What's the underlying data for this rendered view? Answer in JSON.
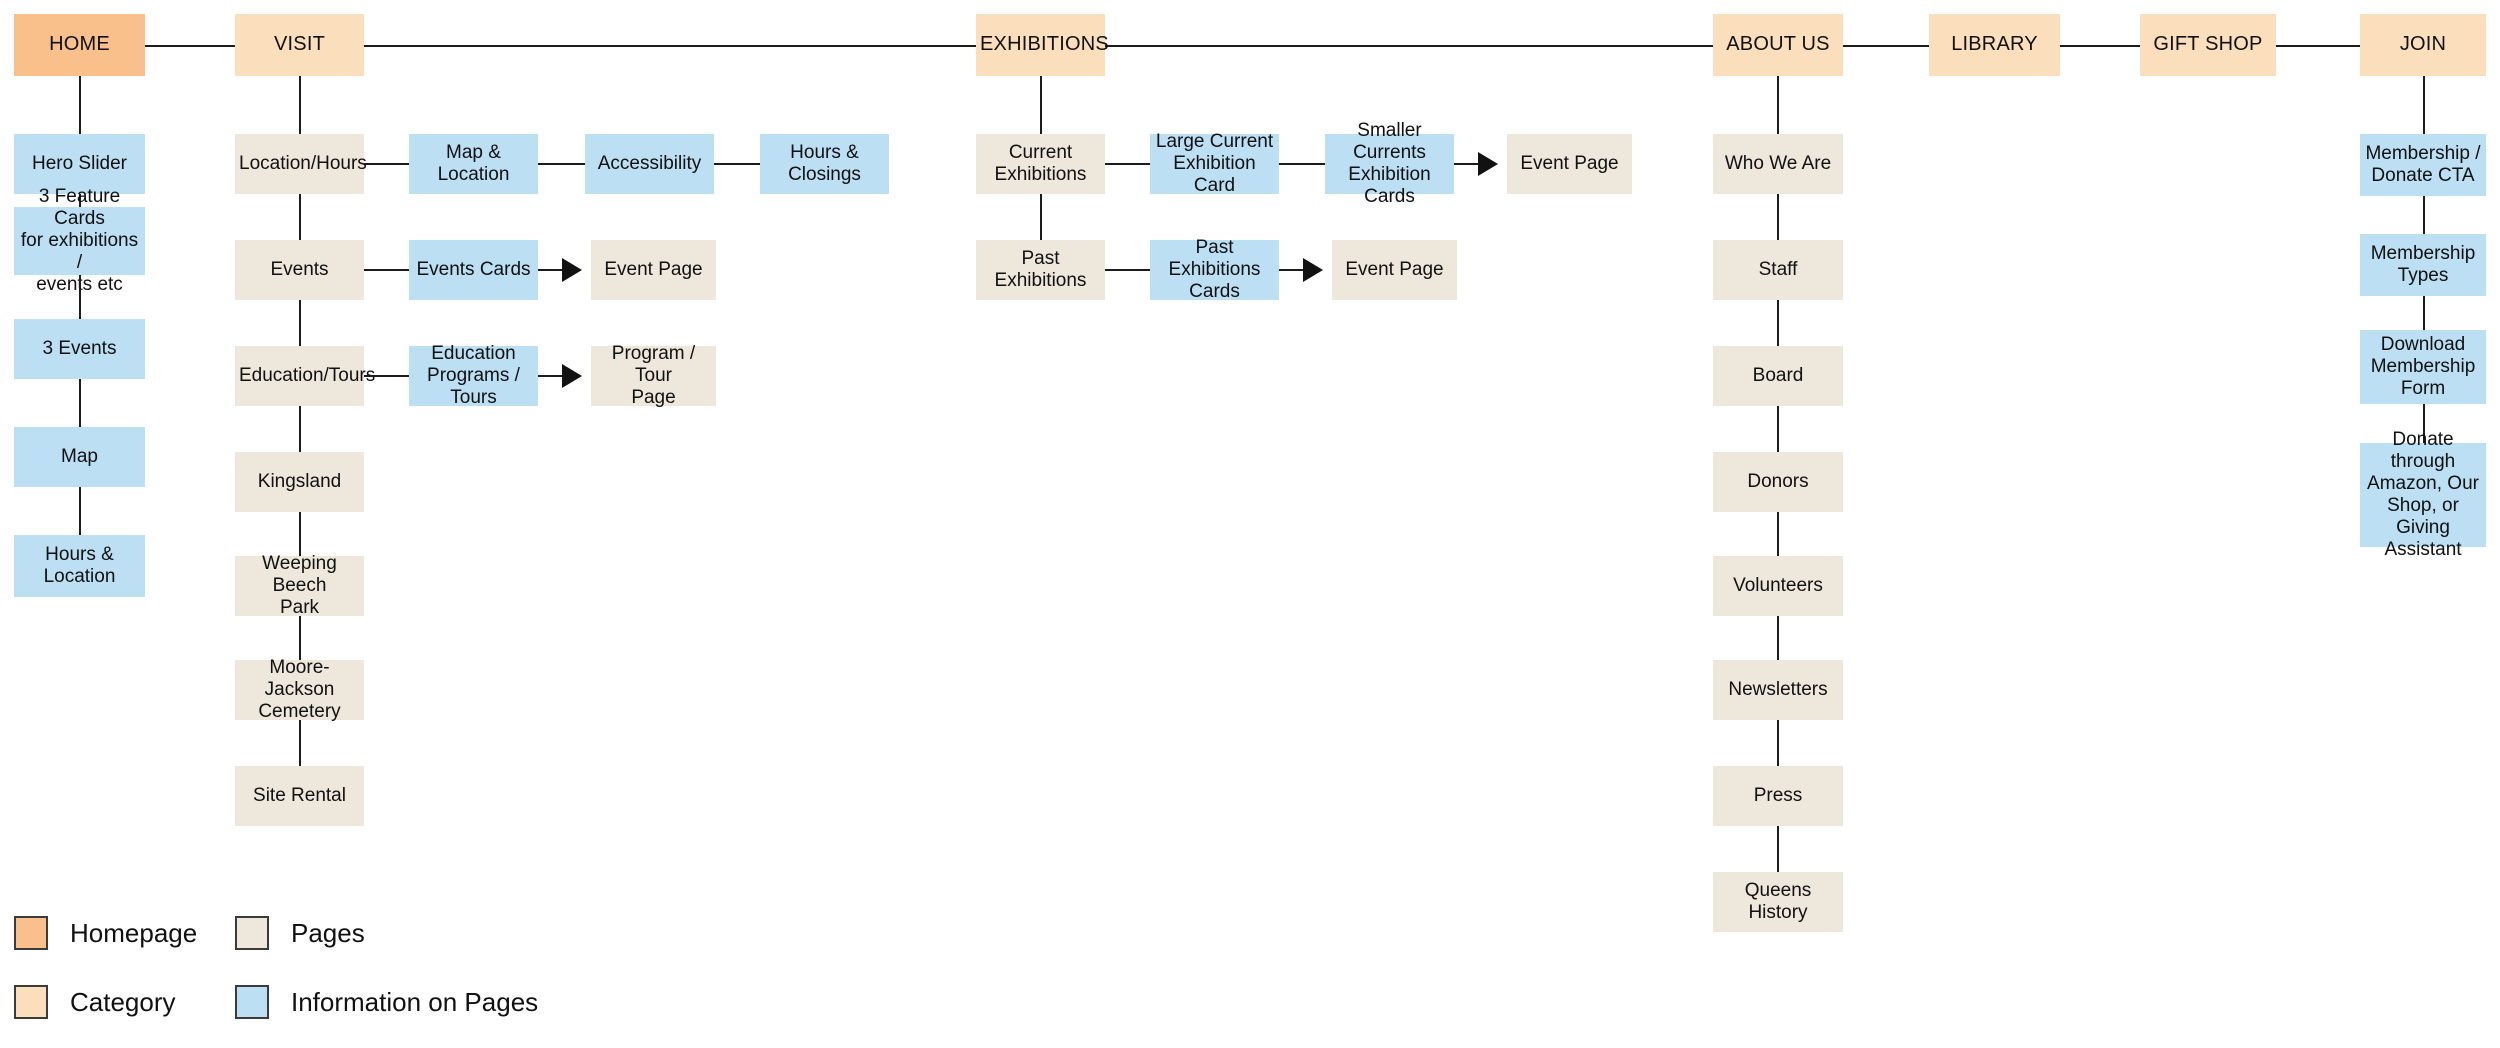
{
  "diagram": {
    "title": "Website Sitemap",
    "colors": {
      "homepage": "#F9C08B",
      "category": "#FBDFBD",
      "pages": "#EDE7DC",
      "information_on_pages": "#BCDFF4",
      "connector": "#1C1C1C",
      "background": "#FFFFFF"
    }
  },
  "top_level": {
    "home": "HOME",
    "visit": "VISIT",
    "exhibitions": "EXHIBITIONS",
    "about_us": "ABOUT US",
    "library": "LIBRARY",
    "gift_shop": "GIFT SHOP",
    "join": "JOIN"
  },
  "columns": {
    "home": {
      "root": "HOME",
      "type": "homepage",
      "children": [
        {
          "label": "Hero Slider",
          "type": "info"
        },
        {
          "label": "3 Feature Cards\nfor exhibitions /\nevents etc",
          "type": "info"
        },
        {
          "label": "3 Events",
          "type": "info"
        },
        {
          "label": "Map",
          "type": "info"
        },
        {
          "label": "Hours &\nLocation",
          "type": "info"
        }
      ]
    },
    "visit": {
      "root": "VISIT",
      "type": "category",
      "children": [
        {
          "label": "Location/Hours",
          "type": "page",
          "row": [
            {
              "label": "Map & Location",
              "type": "info",
              "connector": "line"
            },
            {
              "label": "Accessibility",
              "type": "info",
              "connector": "line"
            },
            {
              "label": "Hours &\nClosings",
              "type": "info",
              "connector": "line"
            }
          ]
        },
        {
          "label": "Events",
          "type": "page",
          "row": [
            {
              "label": "Events Cards",
              "type": "info",
              "connector": "line"
            },
            {
              "label": "Event Page",
              "type": "page",
              "connector": "arrow"
            }
          ]
        },
        {
          "label": "Education/Tours",
          "type": "page",
          "row": [
            {
              "label": "Education\nPrograms / Tours",
              "type": "info",
              "connector": "line"
            },
            {
              "label": "Program / Tour\nPage",
              "type": "page",
              "connector": "arrow"
            }
          ]
        },
        {
          "label": "Kingsland",
          "type": "page",
          "row": []
        },
        {
          "label": "Weeping Beech\nPark",
          "type": "page",
          "row": []
        },
        {
          "label": "Moore-Jackson\nCemetery",
          "type": "page",
          "row": []
        },
        {
          "label": "Site Rental",
          "type": "page",
          "row": []
        }
      ]
    },
    "exhibitions": {
      "root": "EXHIBITIONS",
      "type": "category",
      "children": [
        {
          "label": "Current\nExhibitions",
          "type": "page",
          "row": [
            {
              "label": "Large Current\nExhibition Card",
              "type": "info",
              "connector": "line"
            },
            {
              "label": "Smaller Currents\nExhibition Cards",
              "type": "info",
              "connector": "line"
            },
            {
              "label": "Event Page",
              "type": "page",
              "connector": "arrow"
            }
          ]
        },
        {
          "label": "Past Exhibitions",
          "type": "page",
          "row": [
            {
              "label": "Past Exhibitions\nCards",
              "type": "info",
              "connector": "line"
            },
            {
              "label": "Event Page",
              "type": "page",
              "connector": "arrow"
            }
          ]
        }
      ]
    },
    "about_us": {
      "root": "ABOUT US",
      "type": "category",
      "children": [
        {
          "label": "Who We Are",
          "type": "page"
        },
        {
          "label": "Staff",
          "type": "page"
        },
        {
          "label": "Board",
          "type": "page"
        },
        {
          "label": "Donors",
          "type": "page"
        },
        {
          "label": "Volunteers",
          "type": "page"
        },
        {
          "label": "Newsletters",
          "type": "page"
        },
        {
          "label": "Press",
          "type": "page"
        },
        {
          "label": "Queens History",
          "type": "page"
        }
      ]
    },
    "library": {
      "root": "LIBRARY",
      "type": "category",
      "children": []
    },
    "gift_shop": {
      "root": "GIFT SHOP",
      "type": "category",
      "children": []
    },
    "join": {
      "root": "JOIN",
      "type": "category",
      "children": [
        {
          "label": "Membership /\nDonate CTA",
          "type": "info"
        },
        {
          "label": "Membership\nTypes",
          "type": "info"
        },
        {
          "label": "Download\nMembership\nForm",
          "type": "info"
        },
        {
          "label": "Donate through\nAmazon, Our\nShop, or Giving\nAssistant",
          "type": "info"
        }
      ]
    }
  },
  "legend": {
    "items": [
      {
        "label": "Homepage",
        "color": "#F9C08B"
      },
      {
        "label": "Category",
        "color": "#FBDFBD"
      },
      {
        "label": "Pages",
        "color": "#EDE7DC"
      },
      {
        "label": "Information on Pages",
        "color": "#BCDFF4"
      }
    ]
  }
}
